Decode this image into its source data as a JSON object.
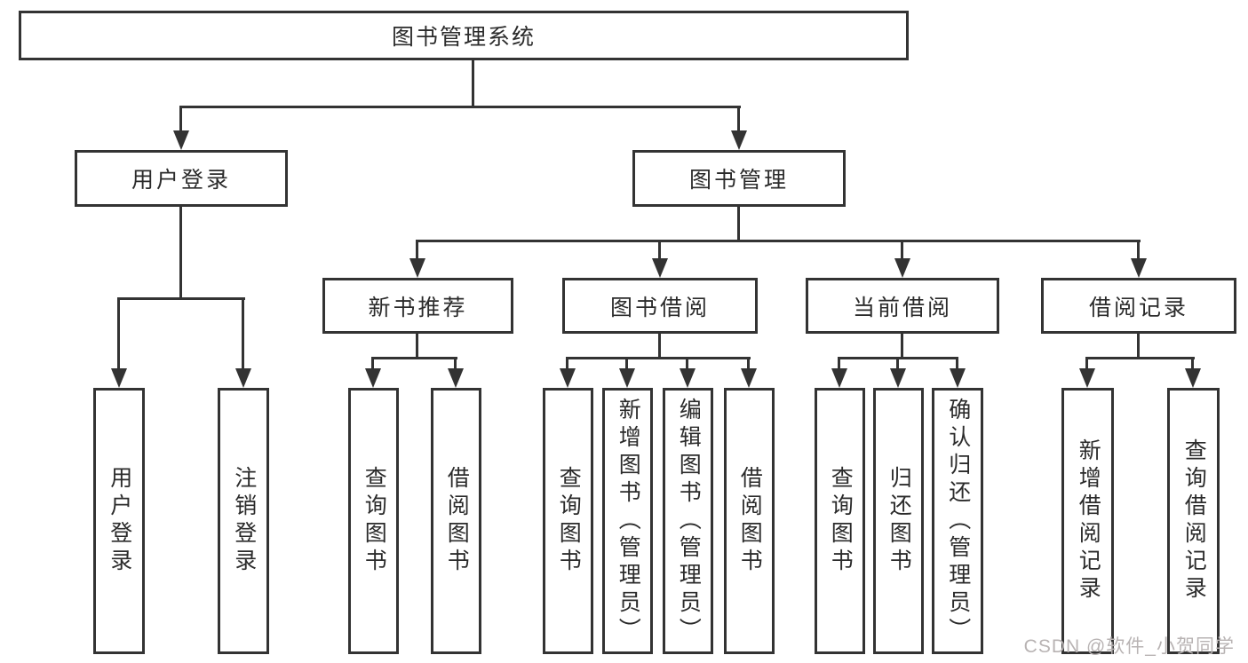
{
  "diagram": {
    "title": "图书管理系统",
    "level2": {
      "user_login": "用户登录",
      "book_mgmt": "图书管理"
    },
    "level3": {
      "new_books": "新书推荐",
      "book_borrow": "图书借阅",
      "current_borrow": "当前借阅",
      "borrow_records": "借阅记录"
    },
    "leaves": {
      "user_login": [
        "用户登录",
        "注销登录"
      ],
      "new_books": [
        "查询图书",
        "借阅图书"
      ],
      "book_borrow": [
        "查询图书",
        "新增图书（管理员）",
        "编辑图书（管理员）",
        "借阅图书"
      ],
      "current_borrow": [
        "查询图书",
        "归还图书",
        "确认归还（管理员）"
      ],
      "borrow_records": [
        "新增借阅记录",
        "查询借阅记录"
      ]
    }
  },
  "watermark": {
    "text": "CSDN @软件_小贺同学"
  },
  "colors": {
    "line": "#333333",
    "text": "#2b2b2b",
    "background": "#ffffff",
    "watermark": "#b8b3b3"
  }
}
